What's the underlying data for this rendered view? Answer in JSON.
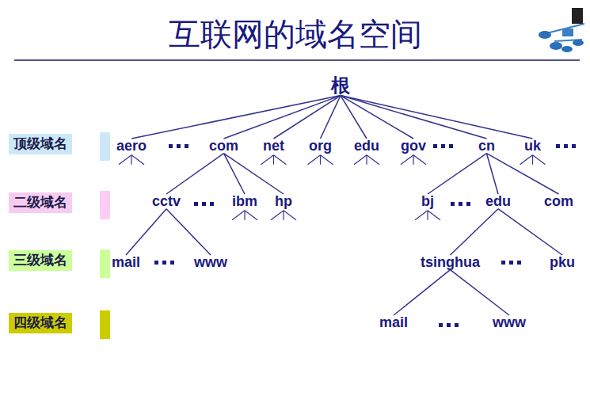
{
  "diagram": {
    "title": "互联网的域名空间",
    "nodes": [
      {
        "text": [
          "根"
        ]
      },
      {
        "text": [
          "顶级域名"
        ]
      },
      {
        "text": [
          "aero"
        ]
      },
      {
        "text": [
          "com"
        ]
      },
      {
        "text": [
          "net"
        ]
      },
      {
        "text": [
          "org"
        ]
      },
      {
        "text": [
          "edu"
        ]
      },
      {
        "text": [
          "gov"
        ]
      },
      {
        "text": [
          "cn"
        ]
      },
      {
        "text": [
          "uk"
        ]
      },
      {
        "text": [
          "二级域名"
        ]
      },
      {
        "text": [
          "cctv"
        ]
      },
      {
        "text": [
          "ibm"
        ]
      },
      {
        "text": [
          "hp"
        ]
      },
      {
        "text": [
          "bj"
        ]
      },
      {
        "text": [
          "edu"
        ]
      },
      {
        "text": [
          "com"
        ]
      },
      {
        "text": [
          "三级域名"
        ]
      },
      {
        "text": [
          "mail"
        ]
      },
      {
        "text": [
          "www"
        ]
      },
      {
        "text": [
          "tsinghua"
        ]
      },
      {
        "text": [
          "pku"
        ]
      },
      {
        "text": [
          "四级域名"
        ]
      },
      {
        "text": [
          "mail"
        ]
      },
      {
        "text": [
          "www"
        ]
      }
    ],
    "edges": [
      {
        "from": 0,
        "to": 2,
        "arrow": "none"
      },
      {
        "from": 0,
        "to": 3,
        "arrow": "none"
      },
      {
        "from": 0,
        "to": 4,
        "arrow": "none"
      },
      {
        "from": 0,
        "to": 5,
        "arrow": "none"
      },
      {
        "from": 0,
        "to": 6,
        "arrow": "none"
      },
      {
        "from": 0,
        "to": 7,
        "arrow": "none"
      },
      {
        "from": 0,
        "to": 8,
        "arrow": "none"
      },
      {
        "from": 0,
        "to": 9,
        "arrow": "none"
      },
      {
        "from": 3,
        "to": 11,
        "arrow": "none"
      },
      {
        "from": 3,
        "to": 12,
        "arrow": "none"
      },
      {
        "from": 3,
        "to": 13,
        "arrow": "none"
      },
      {
        "from": 8,
        "to": 14,
        "arrow": "none"
      },
      {
        "from": 8,
        "to": 15,
        "arrow": "none"
      },
      {
        "from": 8,
        "to": 16,
        "arrow": "none"
      },
      {
        "from": 11,
        "to": 18,
        "arrow": "none"
      },
      {
        "from": 11,
        "to": 19,
        "arrow": "none"
      },
      {
        "from": 15,
        "to": 20,
        "arrow": "none"
      },
      {
        "from": 15,
        "to": 21,
        "arrow": "none"
      },
      {
        "from": 20,
        "to": 23,
        "arrow": "none"
      },
      {
        "from": 20,
        "to": 24,
        "arrow": "none"
      }
    ]
  }
}
